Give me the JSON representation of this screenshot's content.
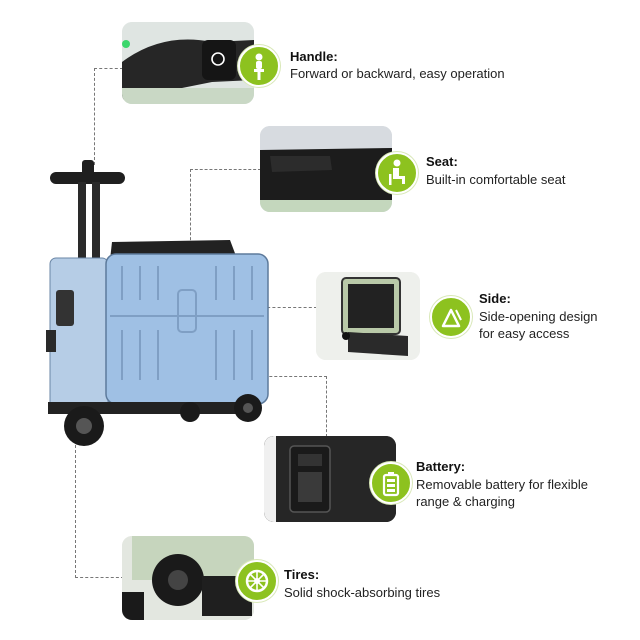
{
  "features": [
    {
      "title": "Handle:",
      "desc": [
        "Forward or backward, easy operation"
      ],
      "icon": "handle-icon"
    },
    {
      "title": "Seat:",
      "desc": [
        "Built-in comfortable seat"
      ],
      "icon": "seat-icon"
    },
    {
      "title": "Side:",
      "desc": [
        "Side-opening design",
        "for easy access"
      ],
      "icon": "side-open-icon"
    },
    {
      "title": "Battery:",
      "desc": [
        "Removable battery for flexible",
        "range & charging"
      ],
      "icon": "battery-icon"
    },
    {
      "title": "Tires:",
      "desc": [
        "Solid shock-absorbing tires"
      ],
      "icon": "tire-icon"
    }
  ],
  "colors": {
    "accent": "#8dc21f",
    "suitcase": "#9fc0e4",
    "dark": "#1f1f1f"
  }
}
